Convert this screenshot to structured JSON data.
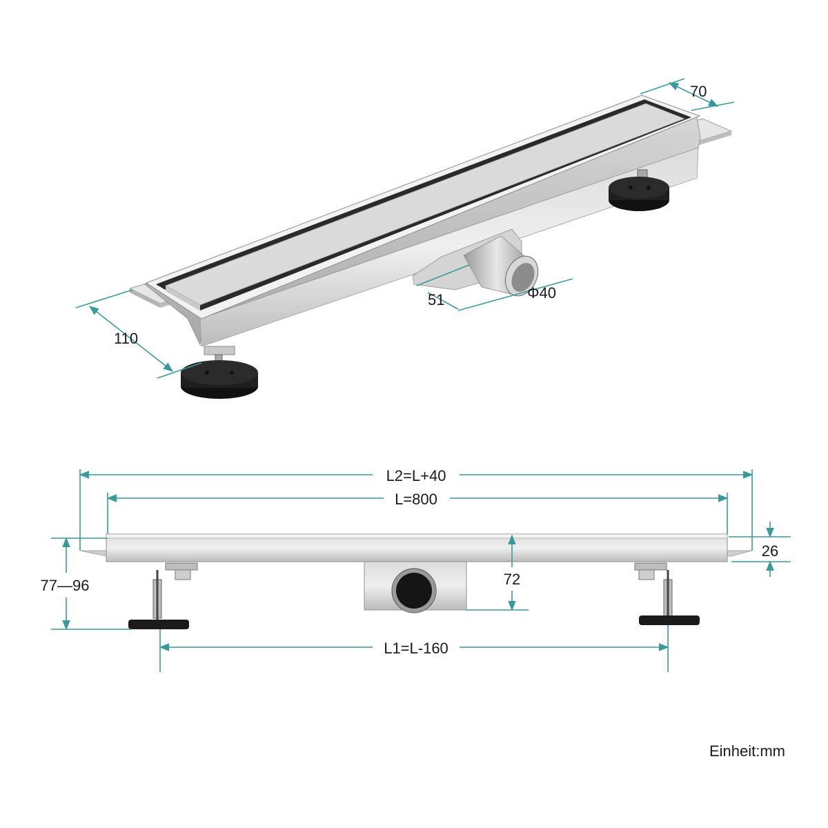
{
  "colors": {
    "dimension_line": "#3a9a9a",
    "steel_light": "#e9e9e9",
    "steel_mid": "#c4c4c4",
    "steel_dark": "#8f8f8f",
    "foot_black": "#1b1b1b",
    "text": "#1a1a1a"
  },
  "iso_view": {
    "dim_total_width": "110",
    "dim_grate_width": "70",
    "dim_outlet_width": "51",
    "dim_outlet_diameter": "Φ40"
  },
  "side_view": {
    "dim_flange_length": "L2=L+40",
    "dim_channel_length": "L=800",
    "dim_feet_spacing": "L1=L-160",
    "dim_height_adjust": "77—96",
    "dim_channel_depth": "26",
    "dim_outlet_height": "72"
  },
  "unit_label": "Einheit:mm"
}
